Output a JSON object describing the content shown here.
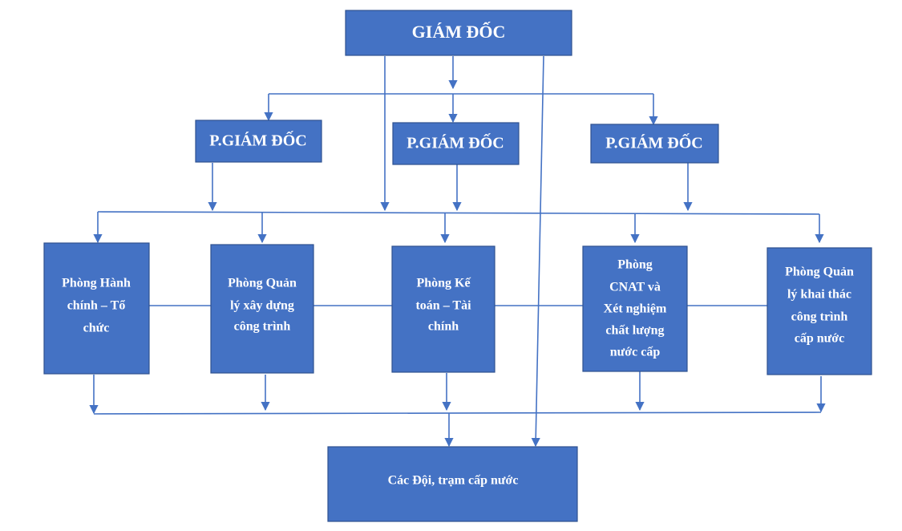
{
  "director": {
    "label": "GIÁM ĐỐC"
  },
  "deputies": [
    {
      "label": "P.GIÁM ĐỐC"
    },
    {
      "label": "P.GIÁM ĐỐC"
    },
    {
      "label": "P.GIÁM ĐỐC"
    }
  ],
  "departments": [
    {
      "lines": [
        "Phòng Hành",
        "chính – Tổ",
        "chức"
      ]
    },
    {
      "lines": [
        "Phòng Quản",
        "lý xây dựng",
        "công trình"
      ]
    },
    {
      "lines": [
        "Phòng Kế",
        "toán – Tài",
        "chính"
      ]
    },
    {
      "lines": [
        "Phòng",
        "CNAT và",
        "Xét nghiệm",
        "chất lượng",
        "nước cấp"
      ]
    },
    {
      "lines": [
        "Phòng Quản",
        "lý khai thác",
        "công trình",
        "cấp nước"
      ]
    }
  ],
  "teams": {
    "label": "Các Đội, trạm cấp nước"
  },
  "colors": {
    "box_fill": "#4472c4",
    "box_border": "#2f528f",
    "connector": "#4472c4",
    "text": "#ffffff"
  }
}
